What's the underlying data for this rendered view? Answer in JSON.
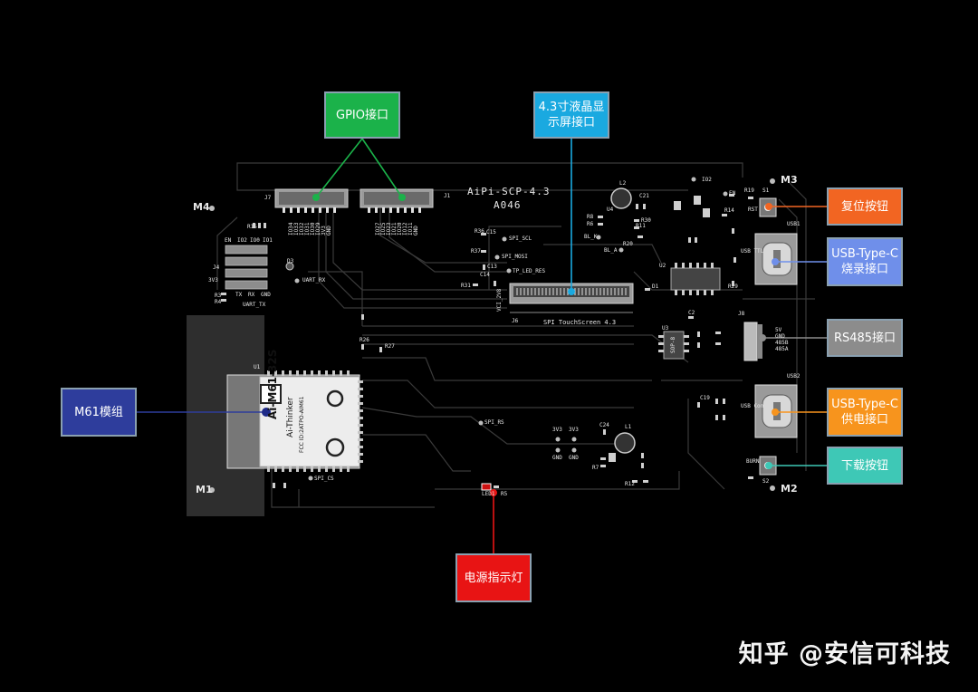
{
  "board": {
    "name": "AiPi-SCP-4.3",
    "code": "A046",
    "fpc_label": "SPI TouchScreen 4.3"
  },
  "callouts": {
    "gpio": "GPIO接口",
    "lcd": "4.3寸液晶显\n示屏接口",
    "reset": "复位按钮",
    "usb_burn": "USB-Type-C\n烧录接口",
    "rs485": "RS485接口",
    "usb_power": "USB-Type-C\n供电接口",
    "download": "下载按钮",
    "module": "M61模组",
    "power_led": "电源指示灯"
  },
  "colors": {
    "gpio": "#1bb24a",
    "lcd": "#1aa9e0",
    "reset": "#f26522",
    "usb_burn": "#6f8fea",
    "rs485": "#8c8c8c",
    "usb_power": "#f7941d",
    "download": "#3ec8b6",
    "module": "#2e3d9c",
    "power_led": "#e81414"
  },
  "mount_holes": [
    "M4",
    "M3",
    "M1",
    "M2"
  ],
  "module": {
    "brand": "Ai-Thinker",
    "model": "Ai-M61-32S",
    "fcc": "FCC ID:2ATPO-AIM61"
  },
  "connectors": {
    "j7": "J7",
    "j7_pins": [
      "IO34",
      "IO33",
      "IO32",
      "IO31",
      "IO30",
      "IO29",
      "3V3",
      "GND"
    ],
    "j1": "J1",
    "j1_pins": [
      "IO27",
      "IO25",
      "IO23",
      "IO21",
      "IO20",
      "IO12",
      "IO11",
      "GND"
    ],
    "j4": "J4",
    "j4_top": [
      "EN",
      "IO2",
      "IO0",
      "IO1"
    ],
    "j4_bottom": [
      "TX",
      "RX",
      "GND"
    ],
    "j4_side": "3V3",
    "j6": "J6",
    "j8": "J8",
    "j8_pins": [
      "5V",
      "GND",
      "485B",
      "485A"
    ]
  },
  "nets": {
    "uart_rx": "UART_RX",
    "uart_tx": "UART_TX",
    "spi_scl": "SPI_SCL",
    "spi_mosi": "SPI_MOSI",
    "tp_led_res": "TP_LED_RES",
    "spi_rs": "SPI_RS",
    "spi_cs": "SPI_CS",
    "vci_2v8": "VCI_2V8",
    "bl_k": "BL_K",
    "bl_a": "BL_A",
    "io2": "IO2",
    "en": "EN"
  },
  "silk_refs": {
    "u1": "U1",
    "u2": "U2",
    "u3": "U3",
    "u4": "U4",
    "l1": "L1",
    "l2": "L2",
    "d1": "D1",
    "d3": "D3",
    "s1": "S1",
    "s2": "S2",
    "rst": "RST",
    "burn": "BURN",
    "usb1": "USB1",
    "usb2": "USB2",
    "usb_ttl": "USB TTL",
    "usb_con": "USB Con",
    "led1": "LED1",
    "r5": "R5",
    "r15": "R15",
    "r19": "R19",
    "r14": "R14",
    "r29": "R29",
    "r36": "R36",
    "r37": "R37",
    "r31": "R31",
    "r26": "R26",
    "r27": "R27",
    "c2": "C2",
    "c15": "C15",
    "c13": "C13",
    "c14": "C14",
    "c21": "C21",
    "c19": "C19",
    "c24": "C24",
    "r11": "R11",
    "r20": "R20",
    "r12": "R12",
    "r8": "R8",
    "r6": "R6",
    "r7": "R7",
    "r30": "R30",
    "r3": "R3",
    "r4": "R4",
    "p3v3_a": "3V3",
    "p3v3_b": "3V3",
    "gnd_a": "GND",
    "gnd_b": "GND",
    "sop8": "SOP-8"
  },
  "watermark": "知乎 @安信可科技"
}
